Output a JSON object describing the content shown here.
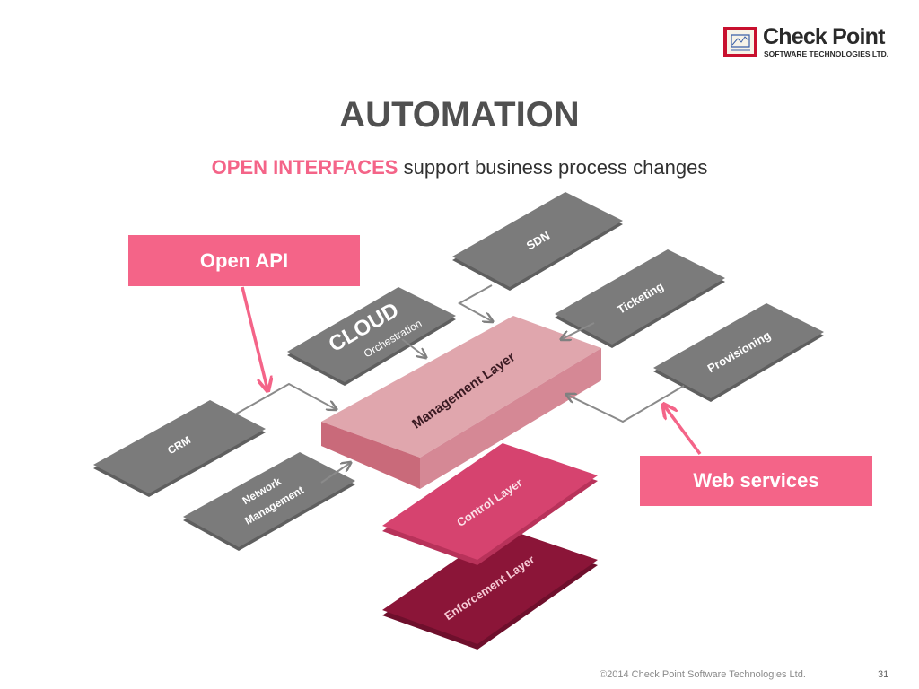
{
  "header": {
    "logo_title": "Check Point",
    "logo_subtitle": "SOFTWARE TECHNOLOGIES LTD.",
    "title": "AUTOMATION",
    "subtitle_highlight": "OPEN INTERFACES",
    "subtitle_rest": " support business process changes"
  },
  "callouts": {
    "open_api": "Open API",
    "web_services": "Web services"
  },
  "layers": {
    "management": "Management Layer",
    "control": "Control Layer",
    "enforcement": "Enforcement Layer"
  },
  "systems": {
    "sdn": "SDN",
    "ticketing": "Ticketing",
    "provisioning": "Provisioning",
    "cloud": "CLOUD",
    "cloud_sub": "Orchestration",
    "crm": "CRM",
    "network_line1": "Network",
    "network_line2": "Management"
  },
  "footer": {
    "copyright": "©2014 Check Point Software Technologies Ltd.",
    "page": "31"
  },
  "colors": {
    "accent": "#f46488",
    "gray_box": "#7b7b7b",
    "management_top": "#e0a6ad",
    "management_side": "#c96a7a",
    "control": "#d6436f",
    "enforcement": "#8b1538"
  }
}
